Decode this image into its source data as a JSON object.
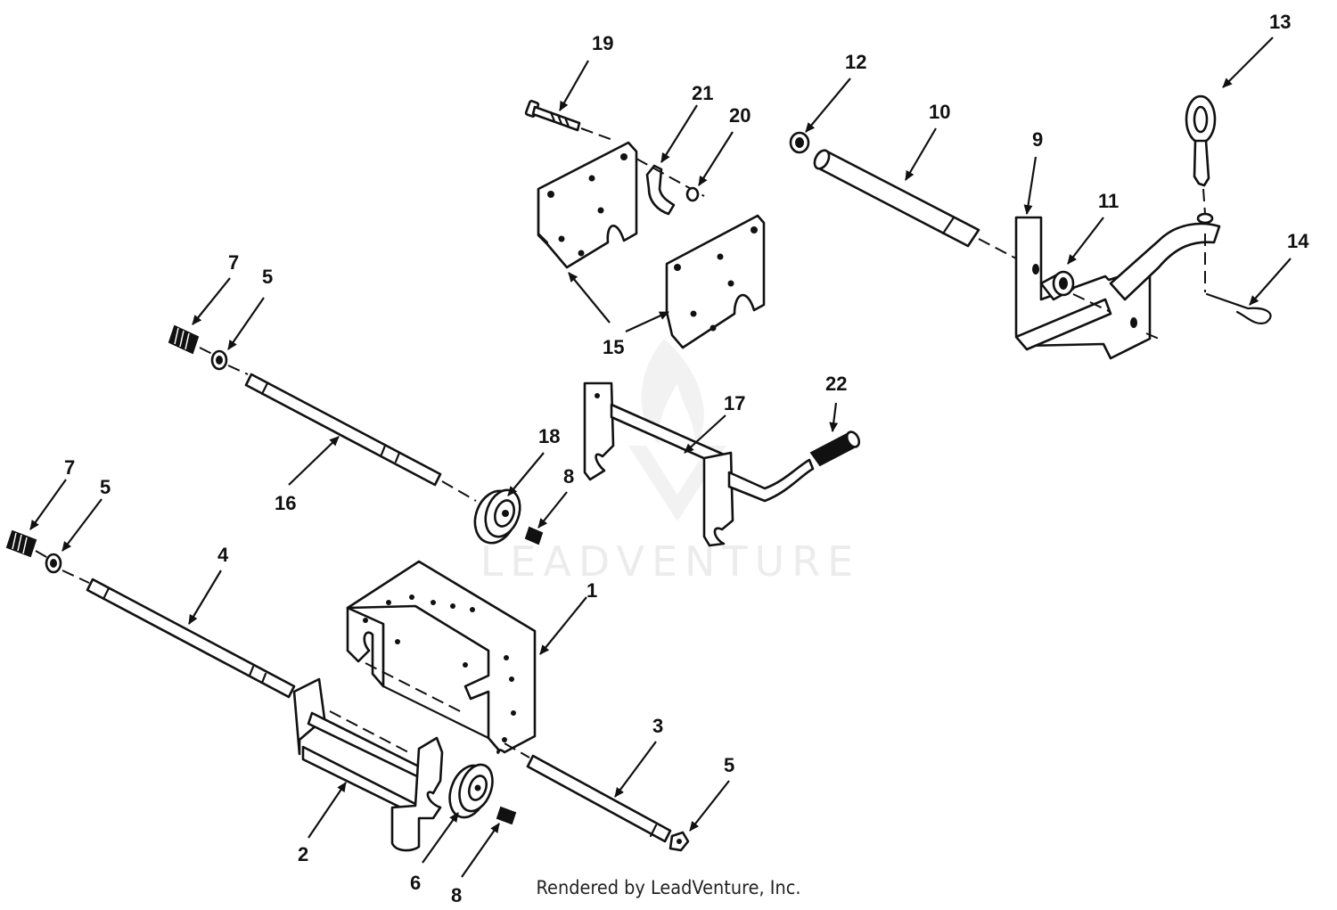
{
  "watermark": {
    "brand": "LEADVENTURE"
  },
  "footer": {
    "credit": "Rendered by LeadVenture, Inc."
  },
  "callouts": [
    {
      "id": "c19",
      "text": "19"
    },
    {
      "id": "c21",
      "text": "21"
    },
    {
      "id": "c20",
      "text": "20"
    },
    {
      "id": "c15",
      "text": "15"
    },
    {
      "id": "c12",
      "text": "12"
    },
    {
      "id": "c10",
      "text": "10"
    },
    {
      "id": "c9",
      "text": "9"
    },
    {
      "id": "c11",
      "text": "11"
    },
    {
      "id": "c13",
      "text": "13"
    },
    {
      "id": "c14",
      "text": "14"
    },
    {
      "id": "c7a",
      "text": "7"
    },
    {
      "id": "c5a",
      "text": "5"
    },
    {
      "id": "c16",
      "text": "16"
    },
    {
      "id": "c18",
      "text": "18"
    },
    {
      "id": "c8a",
      "text": "8"
    },
    {
      "id": "c17",
      "text": "17"
    },
    {
      "id": "c22",
      "text": "22"
    },
    {
      "id": "c7b",
      "text": "7"
    },
    {
      "id": "c5b",
      "text": "5"
    },
    {
      "id": "c4",
      "text": "4"
    },
    {
      "id": "c1",
      "text": "1"
    },
    {
      "id": "c3",
      "text": "3"
    },
    {
      "id": "c5c",
      "text": "5"
    },
    {
      "id": "c2",
      "text": "2"
    },
    {
      "id": "c6",
      "text": "6"
    },
    {
      "id": "c8b",
      "text": "8"
    }
  ]
}
